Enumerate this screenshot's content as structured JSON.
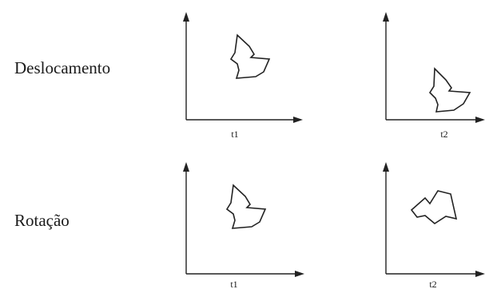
{
  "rows": [
    {
      "label": "Deslocamento",
      "panels": [
        {
          "time_label": "t1"
        },
        {
          "time_label": "t2"
        }
      ]
    },
    {
      "label": "Rotação",
      "panels": [
        {
          "time_label": "t1"
        },
        {
          "time_label": "t2"
        }
      ]
    }
  ],
  "colors": {
    "ink": "#222222",
    "background": "#ffffff"
  }
}
